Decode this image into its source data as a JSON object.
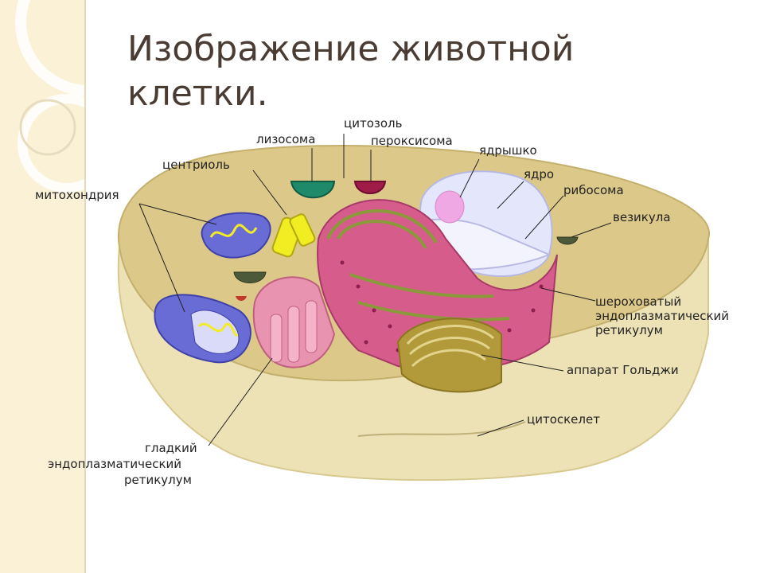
{
  "slide": {
    "title": "Изображение животной клетки."
  },
  "labels": {
    "cytosol": "цитозоль",
    "lysosome": "лизосома",
    "peroxisome": "пероксисома",
    "nucleolus": "ядрышко",
    "centriole": "центриоль",
    "nucleus": "ядро",
    "mitochondria": "митохондрия",
    "ribosome": "рибосома",
    "vesicle": "везикула",
    "rough_er": [
      "шероховатый",
      "эндоплазматический",
      "ретикулум"
    ],
    "golgi": "аппарат Гольджи",
    "cytoskeleton": "цитоскелет",
    "smooth_er": [
      "гладкий",
      "эндоплазматический",
      "ретикулум"
    ]
  },
  "colors": {
    "sidebar": "#fbf1d6",
    "cytoplasm_top": "#dcc889",
    "cell_wall": "#ece2b6",
    "nucleus": "#e4e6fb",
    "nucleolus": "#f0a8e4",
    "rough_er": "#d65c8c",
    "golgi": "#b29a3a",
    "mitochondria": "#6a6cd6",
    "cristae": "#f2ec22",
    "lysosome": "#1f8a6a",
    "peroxisome": "#a01c48"
  }
}
